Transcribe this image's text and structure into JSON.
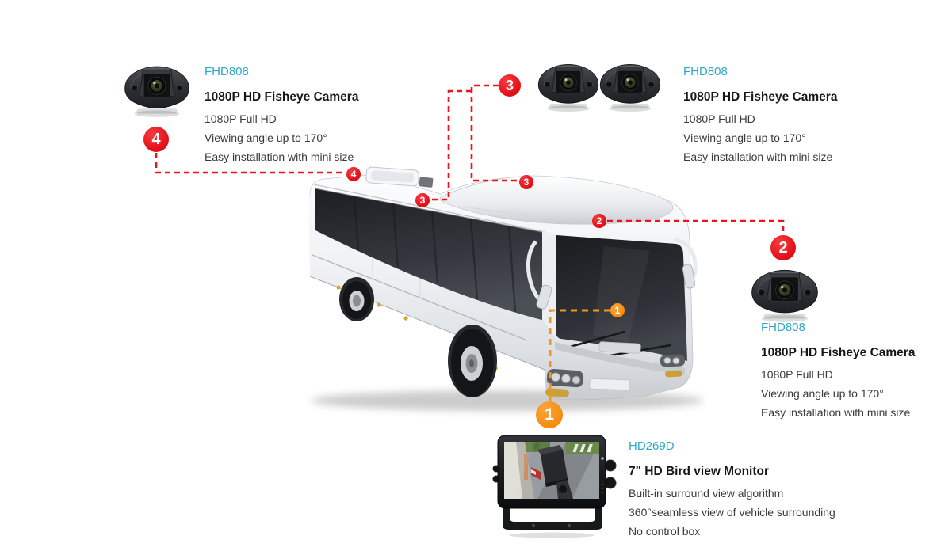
{
  "page": {
    "background": "#ffffff"
  },
  "colors": {
    "marker_red": "#e8151e",
    "marker_orange": "#f7941e",
    "product_code_cyan": "#2aa9c8",
    "heading_text": "#161616",
    "body_text": "#3a3a3a"
  },
  "callouts": {
    "top_left": {
      "badge": "4",
      "code": "FHD808",
      "name": "1080P HD Fisheye Camera",
      "features": [
        "1080P Full HD",
        "Viewing angle up to 170°",
        "Easy installation with mini size"
      ]
    },
    "top_right": {
      "badge": "3",
      "code": "FHD808",
      "name": "1080P HD Fisheye Camera",
      "features": [
        "1080P Full HD",
        "Viewing angle up to 170°",
        "Easy installation with mini size"
      ]
    },
    "right": {
      "badge": "2",
      "code": "FHD808",
      "name": "1080P HD Fisheye Camera",
      "features": [
        "1080P Full HD",
        "Viewing angle up to 170°",
        "Easy installation with mini size"
      ]
    },
    "bottom": {
      "badge": "1",
      "code": "HD269D",
      "name": "7\" HD Bird view Monitor",
      "features": [
        "Built-in surround view algorithm",
        "360°seamless view of vehicle surrounding",
        "No control box"
      ]
    }
  },
  "bus_markers": [
    {
      "number": "4",
      "color": "red",
      "location": "roof-rear"
    },
    {
      "number": "3",
      "color": "red",
      "location": "roof-left-edge"
    },
    {
      "number": "3",
      "color": "red",
      "location": "roof-dome"
    },
    {
      "number": "2",
      "color": "red",
      "location": "front-roof-edge"
    },
    {
      "number": "1",
      "color": "orange",
      "location": "windshield"
    }
  ]
}
